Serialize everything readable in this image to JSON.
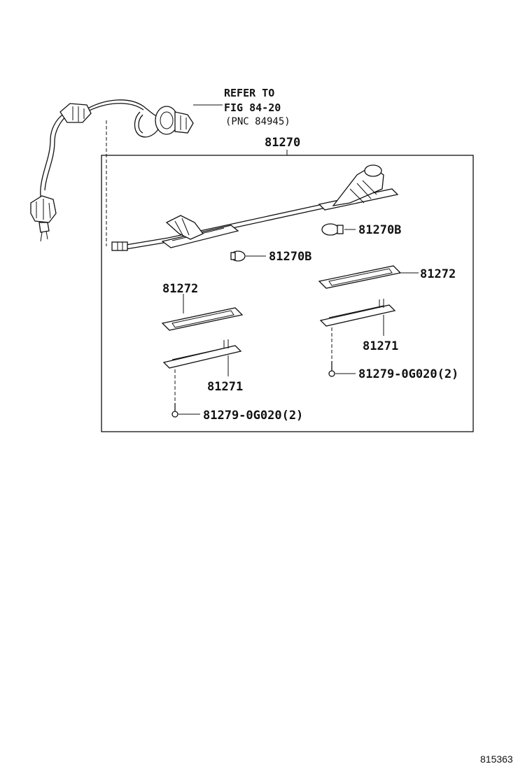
{
  "reference": {
    "line1": "REFER TO",
    "line2": "FIG 84-20",
    "line3": "(PNC 84945)"
  },
  "labels": {
    "assembly": "81270",
    "bulb_right": "81270B",
    "bulb_left": "81270B",
    "cover_right": "81272",
    "cover_left": "81272",
    "housing_right": "81271",
    "housing_left": "81271",
    "screw_right": "81279-0G020(2)",
    "screw_left": "81279-0G020(2)"
  },
  "figure_id": "815363"
}
